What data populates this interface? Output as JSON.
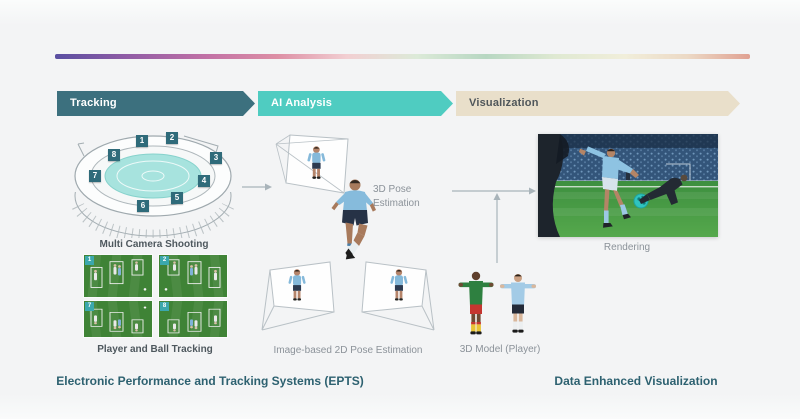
{
  "stages": [
    {
      "label": "Tracking",
      "bg": "#3c707e",
      "text_color": "#ffffff"
    },
    {
      "label": "AI Analysis",
      "bg": "#4fccc1",
      "text_color": "#ffffff"
    },
    {
      "label": "Visualization",
      "bg": "#e9dfca",
      "text_color": "#4f565a"
    }
  ],
  "top_gradient_colors": [
    "#594fa1",
    "#8e5ba5",
    "#c271a5",
    "#dd8fa5",
    "#f2cfd2",
    "#dcead8",
    "#b7d7c2",
    "#dfe9d2",
    "#f1eeda",
    "#ecd9c5",
    "#e0a192"
  ],
  "tracking_section": {
    "cameras": [
      "1",
      "2",
      "3",
      "4",
      "5",
      "6",
      "7",
      "8"
    ],
    "multi_camera_label": "Multi Camera Shooting",
    "frames": [
      {
        "badge": "1"
      },
      {
        "badge": "2"
      },
      {
        "badge": "7"
      },
      {
        "badge": "8"
      }
    ],
    "player_ball_label": "Player and Ball Tracking",
    "caption": "Electronic Performance and Tracking Systems (EPTS)"
  },
  "ai_section": {
    "pose3d_label": "3D Pose Estimation",
    "pose2d_label": "Image-based 2D Pose Estimation"
  },
  "visualization_section": {
    "model_label": "3D Model (Player)",
    "rendering_label": "Rendering",
    "caption": "Data Enhanced Visualization"
  },
  "colors": {
    "camera_badge": "#2f6b7a",
    "caption_text": "#2d6170",
    "stadium_field": "#a7e3de",
    "pitch_green": "#3f8b38",
    "ball_teal": "#35c5bf",
    "kit_light_blue": "#8ec3e2",
    "kit_green": "#2e8040",
    "kit_red": "#c53630"
  }
}
